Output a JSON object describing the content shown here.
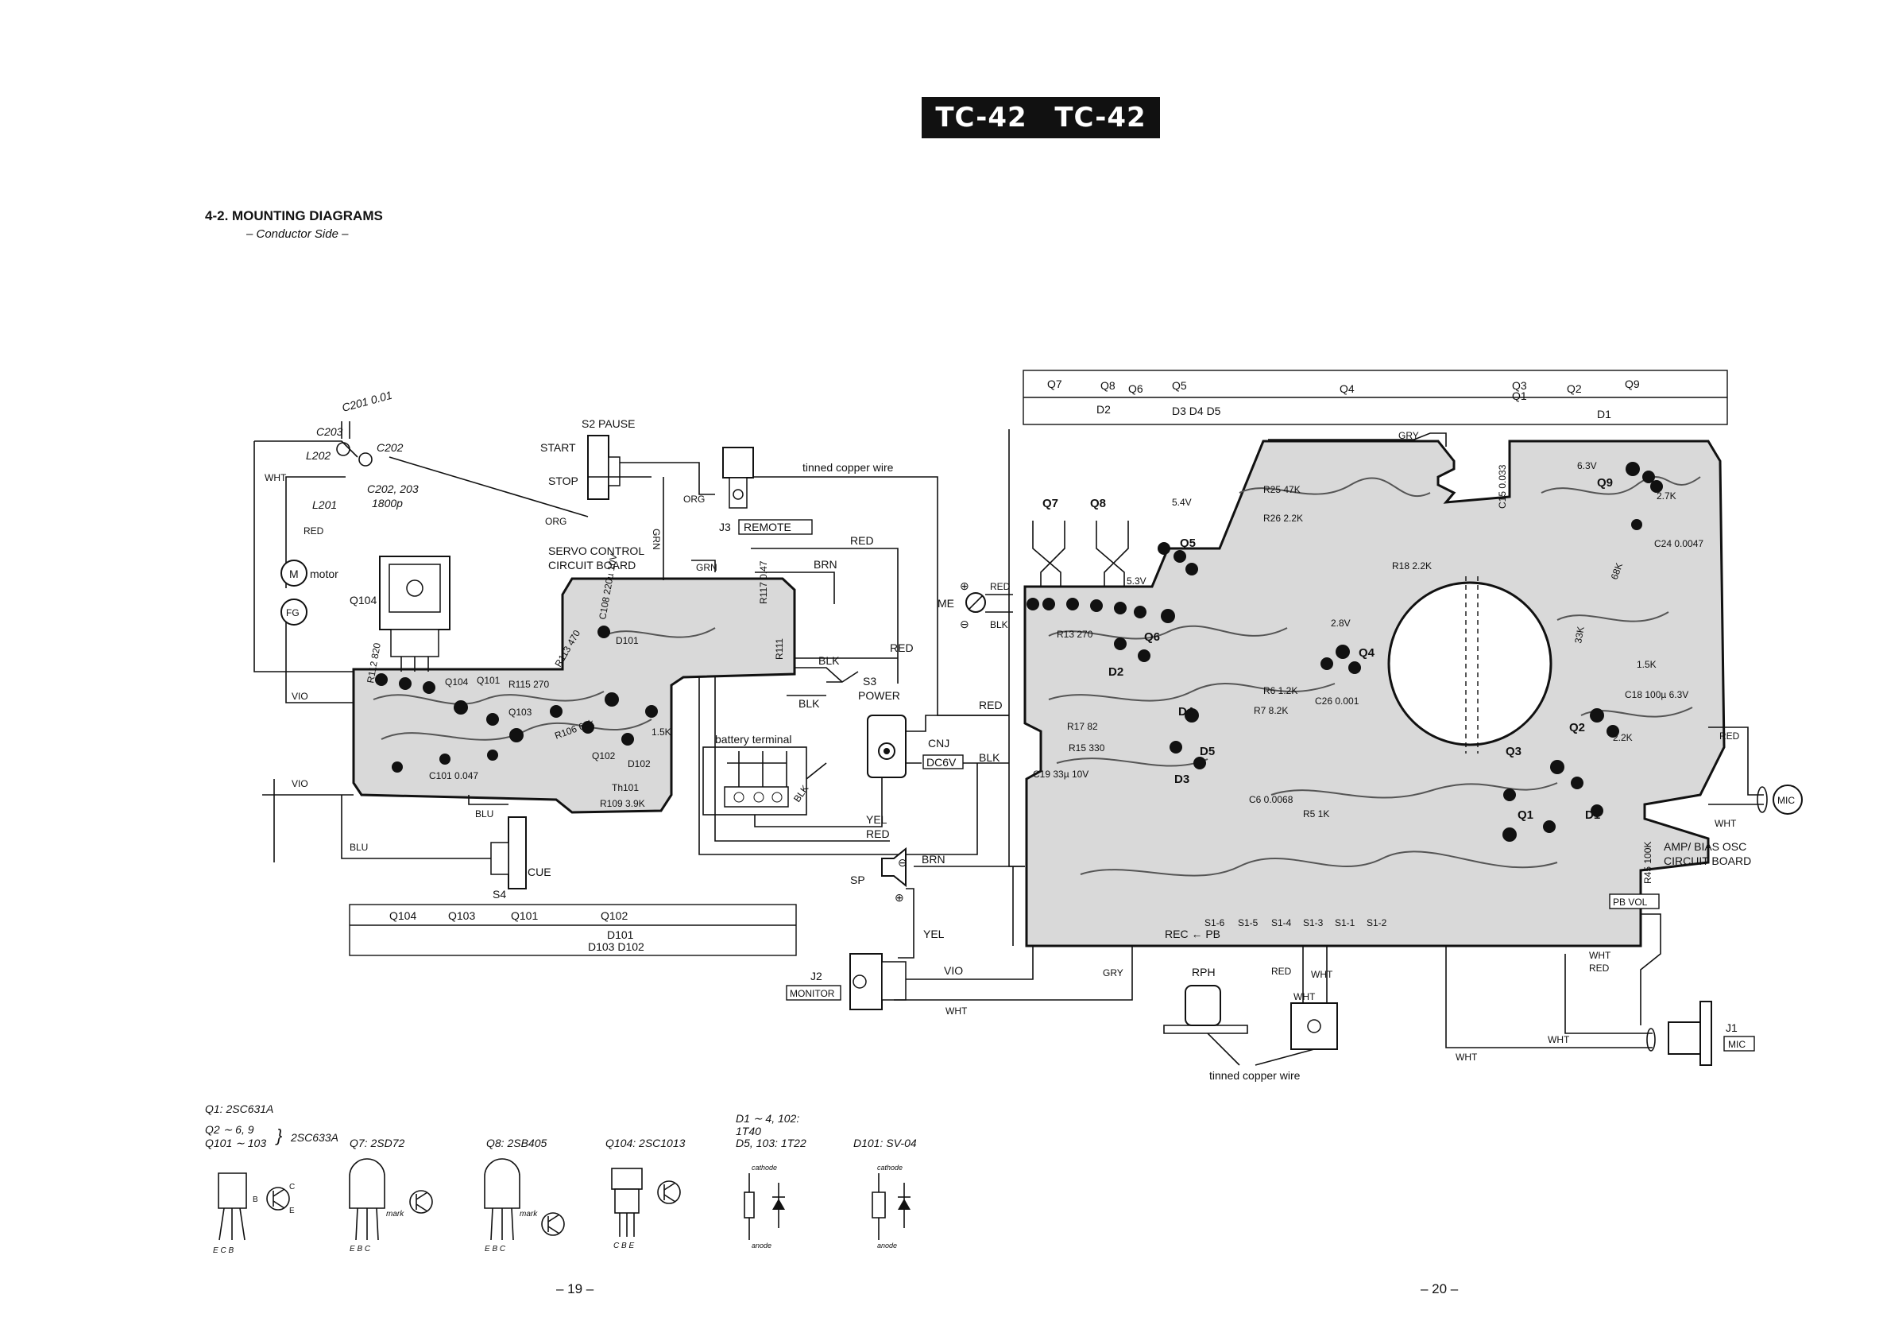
{
  "header": {
    "model_left": "TC-42",
    "model_right": "TC-42",
    "section": "4-2.  MOUNTING DIAGRAMS",
    "subsection": "– Conductor Side –"
  },
  "servo_board": {
    "title_line1": "SERVO CONTROL",
    "title_line2": "CIRCUIT BOARD",
    "parts_row": [
      "Q104",
      "Q103",
      "Q101",
      "Q102"
    ],
    "diodes_row1": "D101",
    "diodes_row2": "D103  D102",
    "components": [
      "Q104",
      "Q101",
      "Q103",
      "D101",
      "D102",
      "Q102",
      "R112 820",
      "R113 470",
      "R115 270",
      "C108 220µ 10V",
      "R117 0.47",
      "R111",
      "C101 0.047",
      "Th101",
      "R109 3.9K",
      "R106 68k",
      "1.5K"
    ]
  },
  "amp_board": {
    "title_line1": "AMP/ BIAS OSC",
    "title_line2": "CIRCUIT BOARD",
    "parts_row1": [
      "Q7",
      "Q8",
      "Q6",
      "Q5",
      "Q4",
      "Q3",
      "Q2",
      "Q9"
    ],
    "parts_row1_sub": "Q1",
    "parts_row2": [
      "D2",
      "D3  D4  D5",
      "D1"
    ],
    "components": [
      "Q7",
      "Q8",
      "Q5",
      "Q6",
      "Q4",
      "Q3",
      "Q2",
      "Q1",
      "Q9",
      "D2",
      "D3",
      "D4",
      "D5",
      "D1",
      "R25 47K",
      "R26 2.2K",
      "R18 2.2K",
      "R13 270",
      "R17 82",
      "R15 330",
      "R7 8.2K",
      "R6 1.2K",
      "R5 1K",
      "R45 100K",
      "C24 0.0047",
      "C15 0.033",
      "C18 100µ 6.3V",
      "C19 33µ 10V",
      "C6 0.0068",
      "C26 0.001",
      "2.7K",
      "2.2K",
      "68K",
      "1.5K",
      "33K",
      "6.3V",
      "2.8V",
      "5.4V",
      "5.3V",
      "S1-1",
      "S1-2",
      "S1-3",
      "S1-4",
      "S1-5",
      "S1-6",
      "PB VOL"
    ]
  },
  "labels": {
    "s2": "S2 PAUSE",
    "start": "START",
    "stop": "STOP",
    "j3": "J3",
    "remote": "REMOTE",
    "tinned_top": "tinned copper wire",
    "tinned_bottom": "tinned copper wire",
    "c201": "C201  0.01",
    "c203": "C203",
    "c202": "C202",
    "l202": "L202",
    "l201": "L201",
    "c202_203": "C202, 203",
    "c_value": "1800p",
    "motor": "motor",
    "m": "M",
    "fg": "FG",
    "q104": "Q104",
    "s3": "S3",
    "power": "POWER",
    "battery": "battery terminal",
    "cnj": "CNJ",
    "dc6v": "DC6V",
    "me": "ME",
    "s4": "S4",
    "cue": "CUE",
    "sp": "SP",
    "j2": "J2",
    "monitor": "MONITOR",
    "rph": "RPH",
    "j1": "J1",
    "mic_jack": "MIC",
    "mic": "MIC",
    "rec_pb": "REC ← PB",
    "plus": "⊕",
    "minus": "⊖"
  },
  "wire_colors": {
    "wht": "WHT",
    "red": "RED",
    "org": "ORG",
    "grn": "GRN",
    "brn": "BRN",
    "blk": "BLK",
    "vio": "VIO",
    "blu": "BLU",
    "yel": "YEL",
    "gry": "GRY"
  },
  "legend": {
    "q1": "Q1: 2SC631A",
    "q2_line1": "Q2 ∼ 6, 9",
    "q2_line2": "Q101 ∼ 103",
    "q2_type": "2SC633A",
    "q7": "Q7: 2SD72",
    "q8": "Q8: 2SB405",
    "q104": "Q104: 2SC1013",
    "d1_line1": "D1 ∼ 4, 102:",
    "d1_line2": "1T40",
    "d5": "D5, 103: 1T22",
    "d101": "D101: SV-04",
    "pin_ecb": "E   C   B",
    "pin_ebc": "E  B  C",
    "pin_cbe": "C  B  E",
    "mark": "mark",
    "cathode": "cathode",
    "anode": "anode",
    "b": "B",
    "c": "C",
    "e": "E"
  },
  "footer": {
    "page_left": "– 19 –",
    "page_right": "– 20 –"
  }
}
